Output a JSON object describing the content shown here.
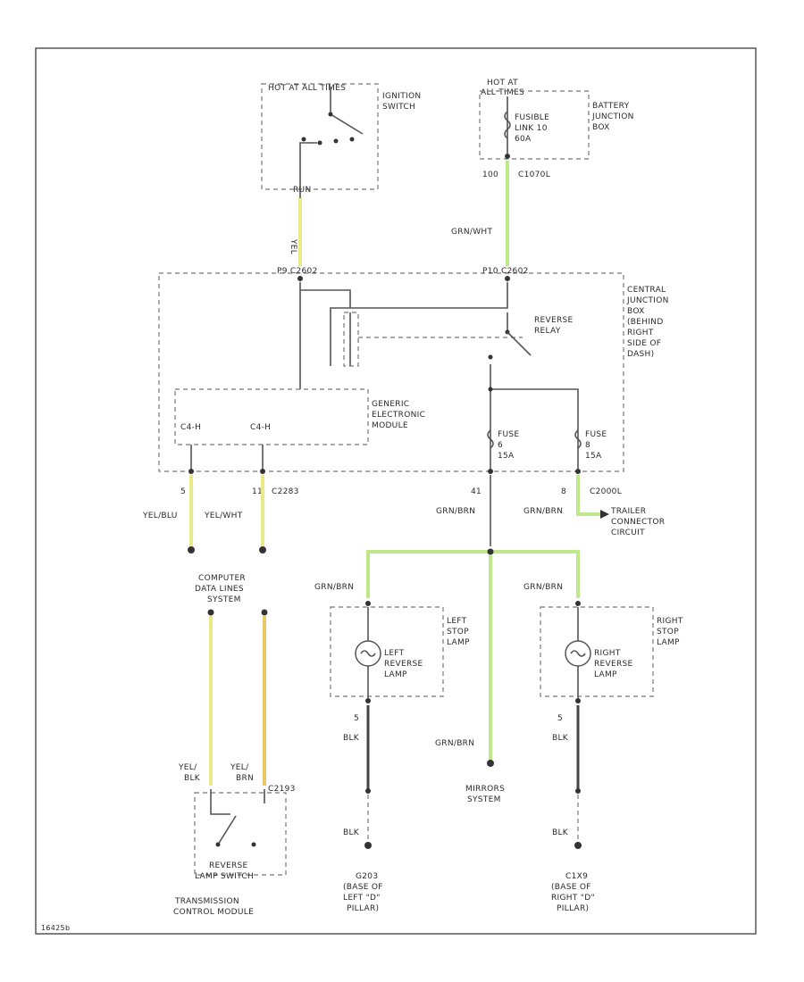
{
  "ignition": {
    "hot": "HOT AT ALL TIMES",
    "switch": [
      "IGNITION",
      "SWITCH"
    ],
    "run": "RUN",
    "wire": "YEL"
  },
  "battery": {
    "hot": [
      "HOT AT",
      "ALL TIMES"
    ],
    "fuse": [
      "FUSIBLE",
      "LINK 10",
      "60A"
    ],
    "box": [
      "BATTERY",
      "JUNCTION",
      "BOX"
    ],
    "pin": "100",
    "conn": "C1070L",
    "wire": "GRN/WHT"
  },
  "cjb": {
    "conn_left": "P9  C2602",
    "conn_right": "P10  C2602",
    "box": [
      "CENTRAL",
      "JUNCTION",
      "BOX",
      "(BEHIND",
      "RIGHT",
      "SIDE OF",
      "DASH)"
    ],
    "relay": [
      "REVERSE",
      "RELAY"
    ],
    "fuse_left": [
      "FUSE",
      "6",
      "15A"
    ],
    "fuse_right": [
      "FUSE",
      "8",
      "15A"
    ]
  },
  "gem": {
    "box": [
      "GENERIC",
      "ELECTRONIC",
      "MODULE"
    ],
    "pin_left": "C4-H",
    "pin_right": "C4-H"
  },
  "bus": {
    "pin_left": "5",
    "pin_right": "11",
    "conn": "C2283",
    "wire_left": "YEL/BLU",
    "wire_right": "YEL/WHT",
    "system": [
      "COMPUTER",
      "DATA LINES",
      "SYSTEM"
    ]
  },
  "outputs": {
    "pin_left": "41",
    "wire_left": "GRN/BRN",
    "pin_right": "8",
    "conn_right": "C2000L",
    "wire_right": "GRN/BRN",
    "trailer": [
      "TRAILER",
      "CONNECTOR",
      "CIRCUIT"
    ]
  },
  "lamps": {
    "left_wire": "GRN/BRN",
    "right_wire": "GRN/BRN",
    "left_box": [
      "LEFT",
      "STOP",
      "LAMP"
    ],
    "right_box": [
      "RIGHT",
      "STOP",
      "LAMP"
    ],
    "left_name": [
      "LEFT",
      "REVERSE",
      "LAMP"
    ],
    "right_name": [
      "RIGHT",
      "REVERSE",
      "LAMP"
    ],
    "left_pin": "5",
    "right_pin": "5",
    "left_gnd_wire": "BLK",
    "right_gnd_wire": "BLK",
    "left_gnd_wire2": "BLK",
    "right_gnd_wire2": "BLK",
    "left_ground": [
      "G203",
      "(BASE OF",
      "LEFT \"D\"",
      "PILLAR)"
    ],
    "right_ground": [
      "C1X9",
      "(BASE OF",
      "RIGHT \"D\"",
      "PILLAR)"
    ]
  },
  "mirrors": {
    "wire": "GRN/BRN",
    "system": [
      "MIRRORS",
      "SYSTEM"
    ]
  },
  "tcm": {
    "wire_left": [
      "YEL/",
      "BLK"
    ],
    "wire_right": [
      "YEL/",
      "BRN"
    ],
    "conn": "C2193",
    "switch": [
      "REVERSE",
      "LAMP SWITCH"
    ],
    "module": [
      "TRANSMISSION",
      "CONTROL MODULE"
    ]
  },
  "footer": "16425b"
}
